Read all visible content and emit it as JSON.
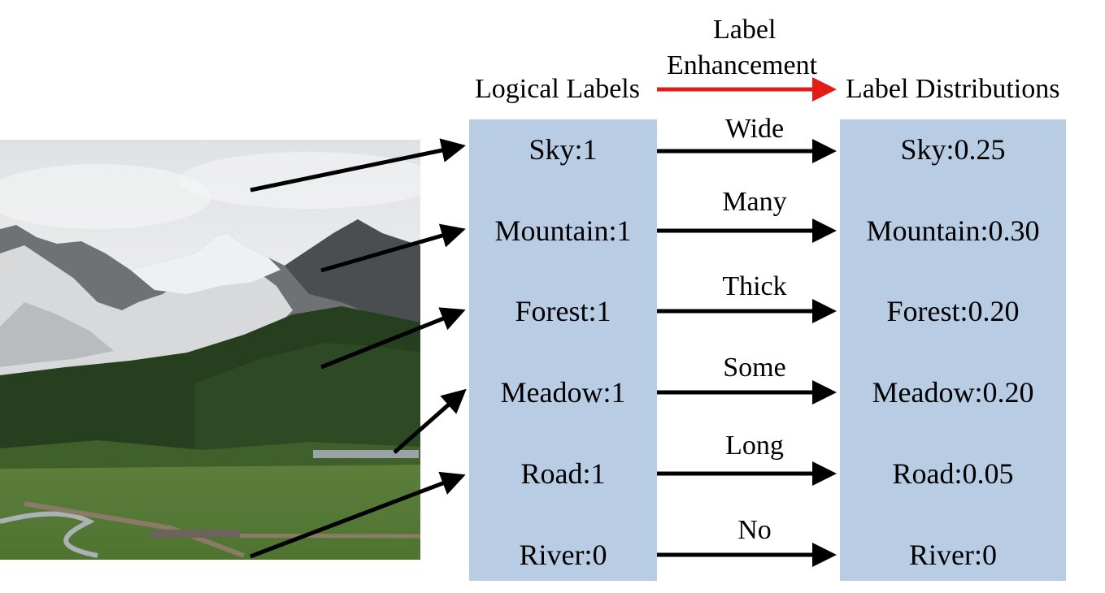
{
  "header": {
    "left": "Logical Labels",
    "process_line1": "Label",
    "process_line2": "Enhancement",
    "right": "Label Distributions"
  },
  "image": {
    "content": "mountain-landscape-photo"
  },
  "logical_labels": [
    "Sky:1",
    "Mountain:1",
    "Forest:1",
    "Meadow:1",
    "Road:1",
    "River:0"
  ],
  "descriptors": [
    "Wide",
    "Many",
    "Thick",
    "Some",
    "Long",
    "No"
  ],
  "label_distributions": [
    "Sky:0.25",
    "Mountain:0.30",
    "Forest:0.20",
    "Meadow:0.20",
    "Road:0.05",
    "River:0"
  ],
  "colors": {
    "box": "#b8cce4",
    "enhancement_arrow": "#e41b17",
    "arrows": "#000000"
  }
}
